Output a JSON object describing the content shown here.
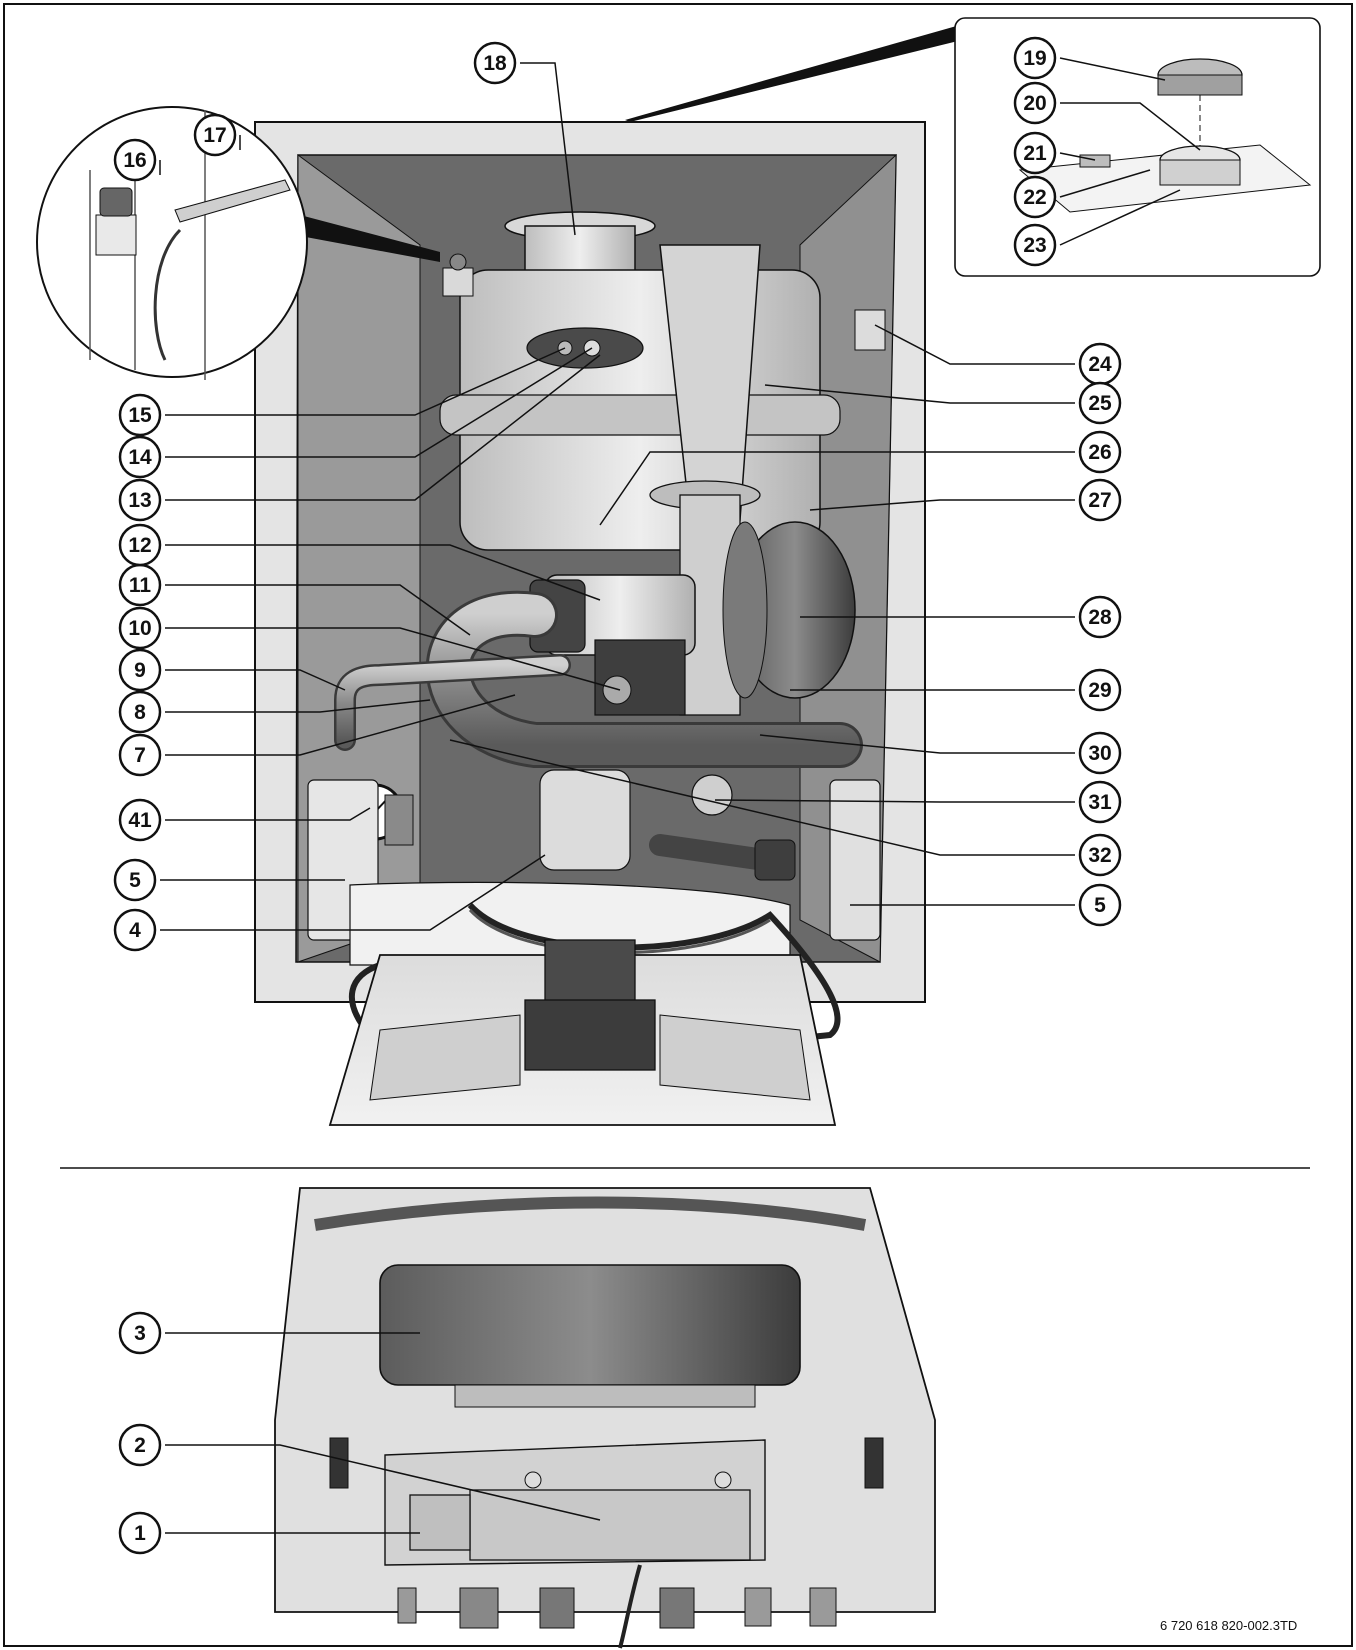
{
  "document_code": "6 720 618 820-002.3TD",
  "callouts": [
    {
      "label": "1"
    },
    {
      "label": "2"
    },
    {
      "label": "3"
    },
    {
      "label": "4"
    },
    {
      "label": "5"
    },
    {
      "label": "5"
    },
    {
      "label": "7"
    },
    {
      "label": "8"
    },
    {
      "label": "9"
    },
    {
      "label": "10"
    },
    {
      "label": "11"
    },
    {
      "label": "12"
    },
    {
      "label": "13"
    },
    {
      "label": "14"
    },
    {
      "label": "15"
    },
    {
      "label": "16"
    },
    {
      "label": "17"
    },
    {
      "label": "18"
    },
    {
      "label": "19"
    },
    {
      "label": "20"
    },
    {
      "label": "21"
    },
    {
      "label": "22"
    },
    {
      "label": "23"
    },
    {
      "label": "24"
    },
    {
      "label": "25"
    },
    {
      "label": "26"
    },
    {
      "label": "27"
    },
    {
      "label": "28"
    },
    {
      "label": "29"
    },
    {
      "label": "30"
    },
    {
      "label": "31"
    },
    {
      "label": "32"
    },
    {
      "label": "41"
    }
  ],
  "colors": {
    "line": "#111111",
    "housing": "#e2e2e2",
    "interior": "#6f6f6f",
    "part": "#a9a9a9",
    "dark": "#3a3a3a"
  }
}
